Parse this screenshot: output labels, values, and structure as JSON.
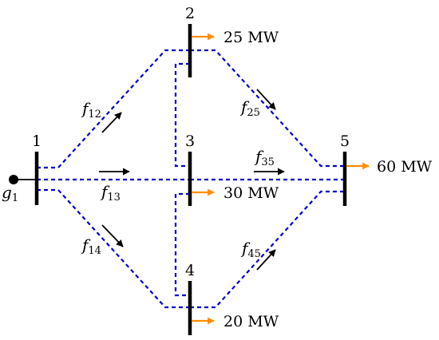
{
  "buses": [
    {
      "id": "1",
      "label": "1"
    },
    {
      "id": "2",
      "label": "2"
    },
    {
      "id": "3",
      "label": "3"
    },
    {
      "id": "4",
      "label": "4"
    },
    {
      "id": "5",
      "label": "5"
    }
  ],
  "generator": {
    "main": "g",
    "sub": "1"
  },
  "loads": {
    "bus2": "25 MW",
    "bus3": "30 MW",
    "bus4": "20 MW",
    "bus5": "60 MW"
  },
  "flows": {
    "f12": {
      "main": "f",
      "sub": "12"
    },
    "f13": {
      "main": "f",
      "sub": "13"
    },
    "f14": {
      "main": "f",
      "sub": "14"
    },
    "f25": {
      "main": "f",
      "sub": "25"
    },
    "f35": {
      "main": "f",
      "sub": "35"
    },
    "f45": {
      "main": "f",
      "sub": "45"
    }
  },
  "colors": {
    "line": "#0000cc",
    "load_arrow": "#ff8c00",
    "bus": "#000000"
  }
}
